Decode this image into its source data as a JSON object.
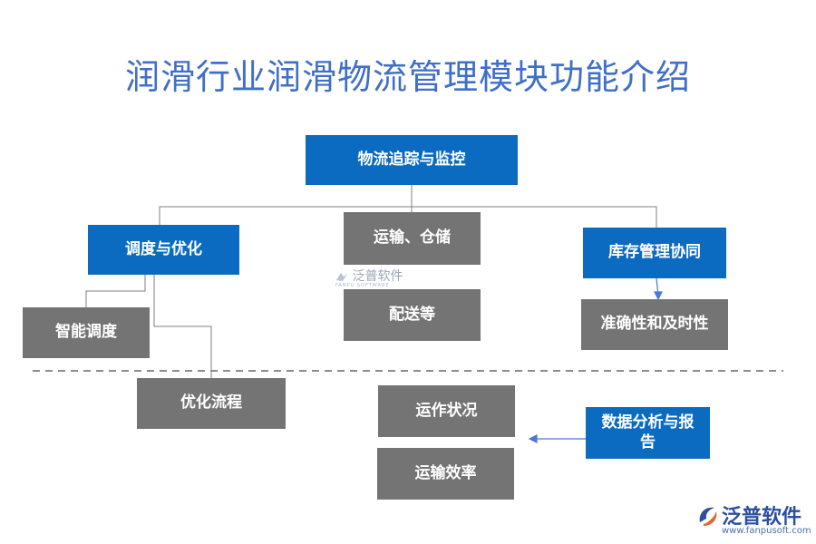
{
  "title": "润滑行业润滑物流管理模块功能介绍",
  "nodes": {
    "root": "物流追踪与监控",
    "scheduling": "调度与优化",
    "transport_storage": "运输、仓储",
    "inventory": "库存管理协同",
    "smart_scheduling": "智能调度",
    "delivery": "配送等",
    "accuracy": "准确性和及时性",
    "optimize_flow": "优化流程",
    "operation_status": "运作状况",
    "data_analysis": "数据分析与报告",
    "transport_efficiency": "运输效率"
  },
  "watermark": {
    "name": "泛普软件",
    "sub": "FANPU SOFTWARE"
  },
  "logo": {
    "name": "泛普软件",
    "url": "www.fanpusoft.com"
  },
  "colors": {
    "blue": "#0b6bc0",
    "gray": "#747474",
    "title": "#3f6fc6"
  }
}
